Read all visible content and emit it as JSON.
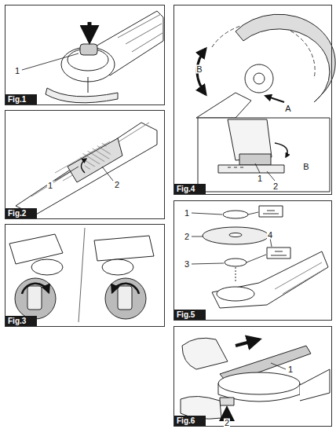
{
  "diagram": {
    "nodes": [
      {
        "text": [
          "Fig.1"
        ]
      },
      {
        "text": [
          "Fig.2"
        ]
      },
      {
        "text": [
          "Fig.3"
        ]
      },
      {
        "text": [
          "Fig.4"
        ]
      },
      {
        "text": [
          "Fig.5"
        ]
      },
      {
        "text": [
          "Fig.6"
        ]
      }
    ],
    "labels": [
      "1",
      "1",
      "2",
      "B",
      "A",
      "B",
      "1",
      "2",
      "1",
      "2",
      "3",
      "4",
      "1",
      "2"
    ]
  }
}
